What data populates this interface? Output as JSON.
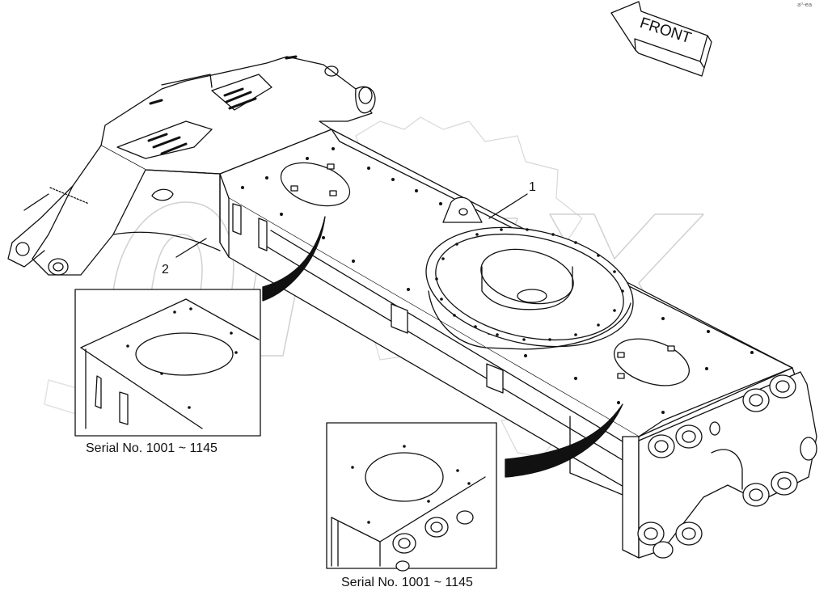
{
  "front_label": "FRONT",
  "callouts": [
    {
      "id": "1",
      "label": "1"
    },
    {
      "id": "2",
      "label": "2"
    }
  ],
  "watermark": "OPEX",
  "insets": [
    {
      "caption": "Serial No. 1001 ~ 1145"
    },
    {
      "caption": "Serial No. 1001 ~ 1145"
    }
  ],
  "corner_mark": "a⁰‑ea"
}
